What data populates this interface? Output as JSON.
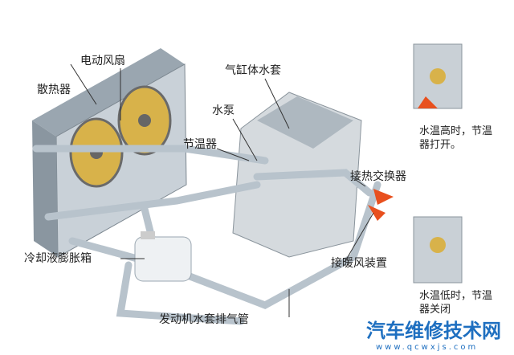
{
  "labels": {
    "fan": "电动风扇",
    "radiator": "散热器",
    "cylinder_jacket": "气缸体水套",
    "water_pump": "水泵",
    "thermostat": "节温器",
    "heat_exchanger": "接热交换器",
    "expansion_tank": "冷却液膨胀箱",
    "heater": "接暖风装置",
    "vent_pipe": "发动机水套排气管"
  },
  "notes": {
    "hot": "水温高时，节温器打开。",
    "cold": "水温低时，节温器关闭"
  },
  "watermark": {
    "name": "汽车维修技术网",
    "url": "www.qcwxjs.com"
  },
  "colors": {
    "pipe": "#b8c3cc",
    "fan": "#d8b24a",
    "arrow": "#e8501e",
    "watermark": "#1e6fc0"
  }
}
